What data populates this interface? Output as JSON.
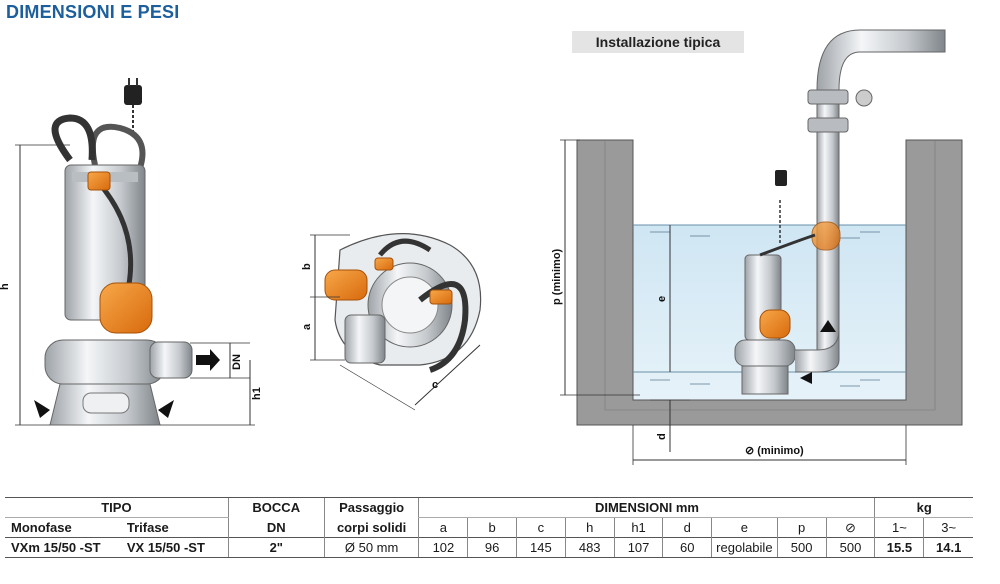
{
  "page": {
    "title": "DIMENSIONI E PESI",
    "install_label": "Installazione tipica"
  },
  "drawing_labels": {
    "pump_front": {
      "h": "h",
      "dn": "DN",
      "h1": "h1"
    },
    "pump_top": {
      "a": "a",
      "b": "b",
      "c": "c"
    },
    "installation": {
      "p_minimo": "p (minimo)",
      "e": "e",
      "d": "d",
      "box_minimo": "⊘ (minimo)"
    }
  },
  "table": {
    "headers": {
      "tipo": "TIPO",
      "monofase": "Monofase",
      "trifase": "Trifase",
      "bocca": "BOCCA",
      "dn": "DN",
      "passaggio_1": "Passaggio",
      "passaggio_2": "corpi solidi",
      "dimensioni": "DIMENSIONI mm",
      "kg": "kg",
      "cols": [
        "a",
        "b",
        "c",
        "h",
        "h1",
        "d",
        "e",
        "p",
        "⊘"
      ],
      "kg_cols": [
        "1~",
        "3~"
      ]
    },
    "row": {
      "monofase": "VXm 15/50 -ST",
      "trifase": "VX 15/50 -ST",
      "dn": "2\"",
      "passaggio": "Ø 50 mm",
      "a": "102",
      "b": "96",
      "c": "145",
      "h": "483",
      "h1": "107",
      "d": "60",
      "e": "regolabile",
      "p": "500",
      "box": "500",
      "kg1": "15.5",
      "kg3": "14.1"
    }
  },
  "colors": {
    "title": "#1c5f9c",
    "float_orange": "#f08a1c",
    "water": "#d9ecf6",
    "concrete": "#9a9a9a",
    "steel": "#d6d9dc"
  }
}
